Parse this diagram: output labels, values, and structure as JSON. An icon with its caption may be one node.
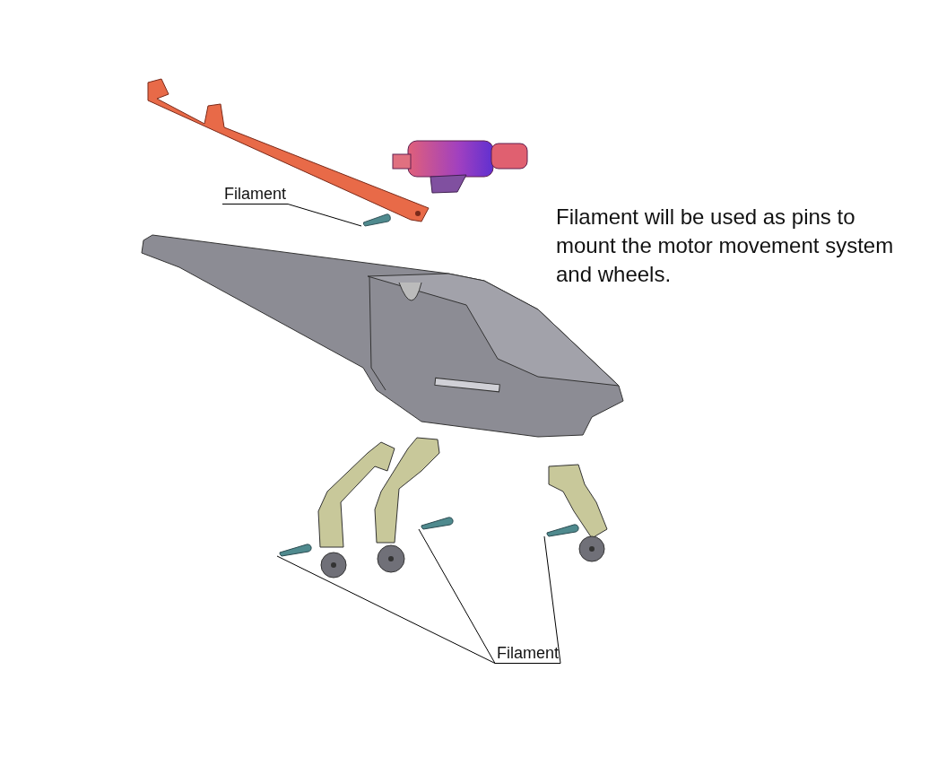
{
  "diagram": {
    "nodes": [
      {
        "text": [
          "Filament"
        ]
      },
      {
        "text": [],
        "shape": "picture"
      },
      {
        "text": [
          "Filament"
        ]
      },
      {
        "text": [],
        "shape": "picture"
      },
      {
        "text": [],
        "shape": "picture"
      },
      {
        "text": [],
        "shape": "picture"
      }
    ],
    "edges": [
      {
        "from": 0,
        "to": 1,
        "arrow": "none"
      },
      {
        "from": 2,
        "to": 3,
        "arrow": "none"
      },
      {
        "from": 2,
        "to": 4,
        "arrow": "none"
      },
      {
        "from": 2,
        "to": 5,
        "arrow": "none"
      }
    ],
    "labels": [
      "Filament will be used as pins to mount the motor movement system and wheels."
    ]
  }
}
